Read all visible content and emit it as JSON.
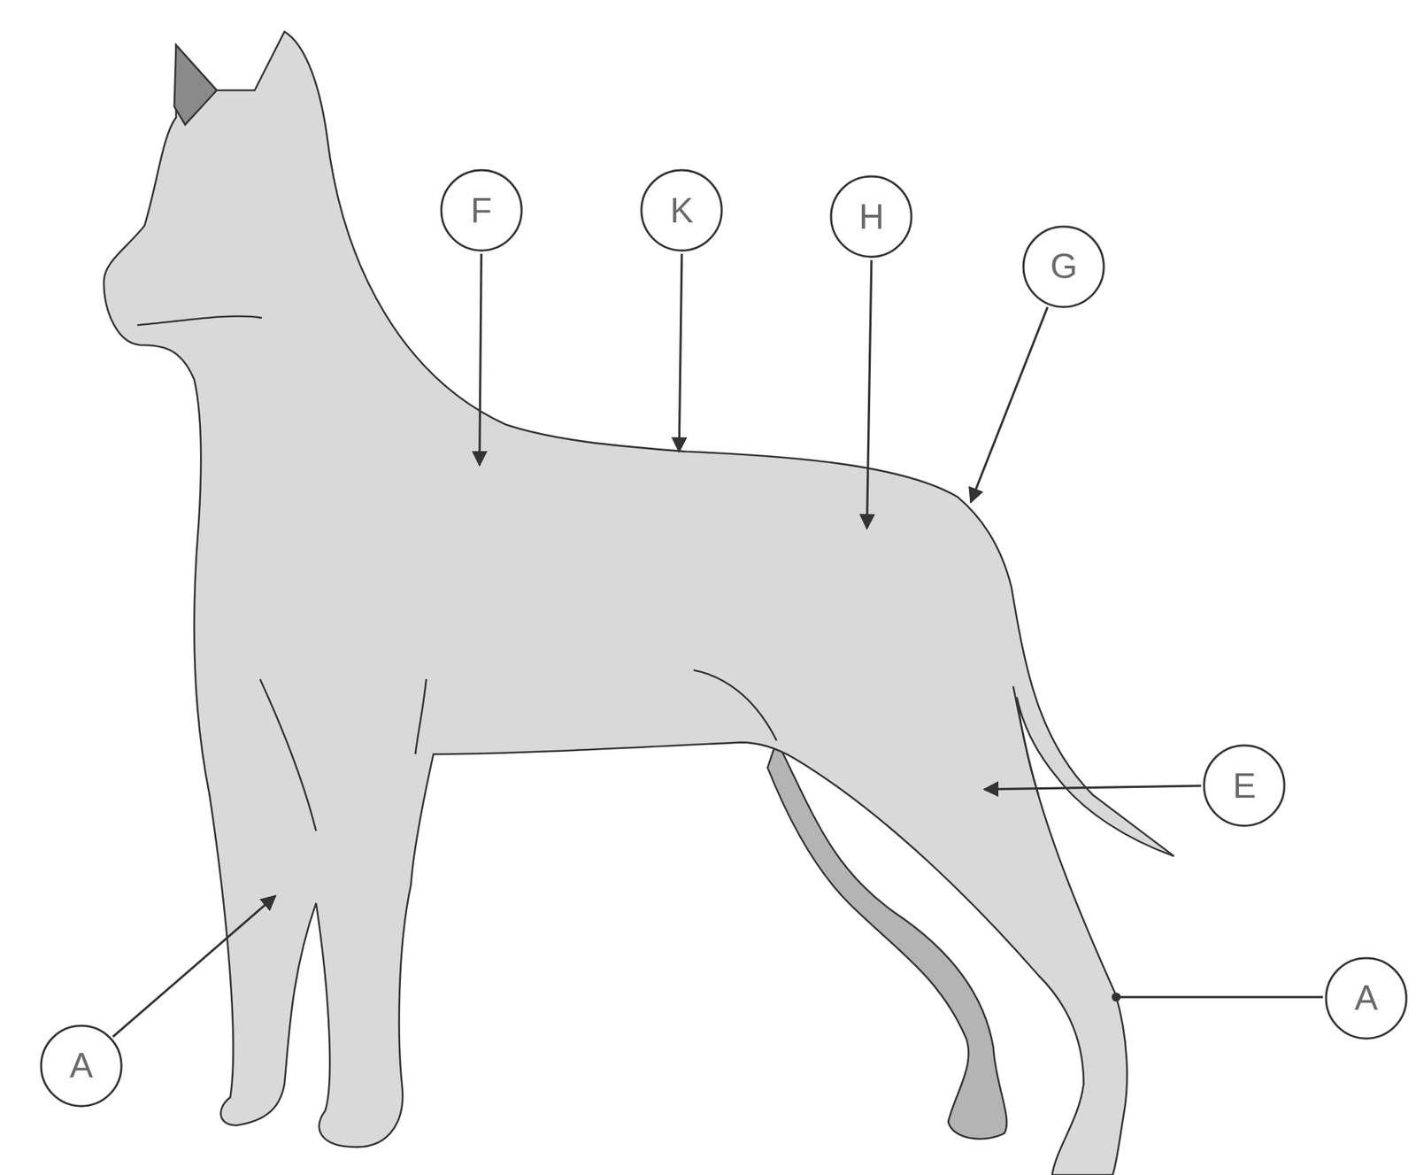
{
  "diagram": {
    "nodes": [
      {
        "text": [
          "F"
        ]
      },
      {
        "text": [
          "K"
        ]
      },
      {
        "text": [
          "H"
        ]
      },
      {
        "text": [
          "G"
        ]
      },
      {
        "text": [
          "E"
        ]
      },
      {
        "text": [
          "A"
        ]
      },
      {
        "text": [
          "A"
        ]
      }
    ]
  }
}
